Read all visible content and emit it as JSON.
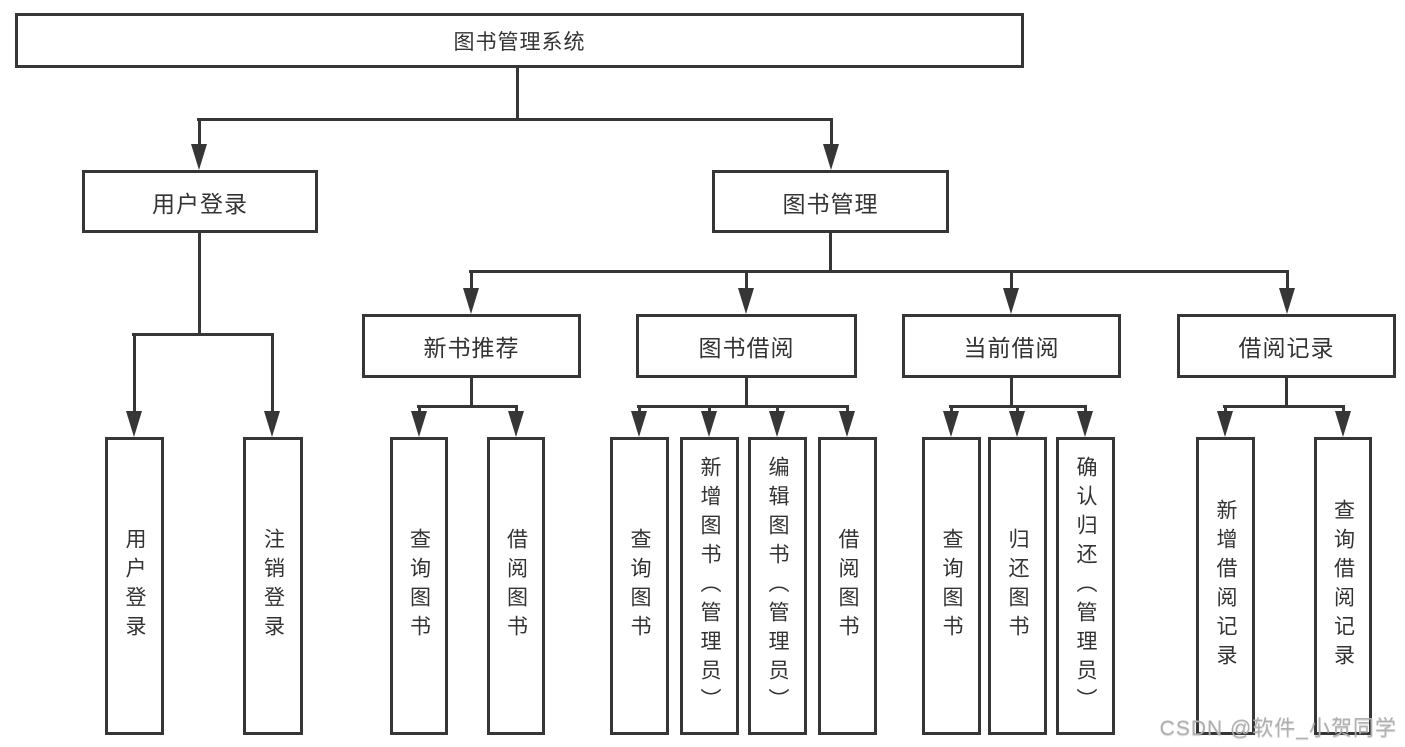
{
  "diagram": {
    "root_label": "图书管理系统",
    "level2": {
      "user_login": "用户登录",
      "book_management": "图书管理"
    },
    "level3": {
      "new_book": "新书推荐",
      "book_borrow": "图书借阅",
      "current_borrow": "当前借阅",
      "borrow_records": "借阅记录"
    },
    "leaves": {
      "user_login": [
        "用户登录",
        "注销登录"
      ],
      "new_book": [
        "查询图书",
        "借阅图书"
      ],
      "book_borrow": [
        "查询图书",
        "新增图书（管理员）",
        "编辑图书（管理员）",
        "借阅图书"
      ],
      "current_borrow": [
        "查询图书",
        "归还图书",
        "确认归还（管理员）"
      ],
      "borrow_records": [
        "新增借阅记录",
        "查询借阅记录"
      ]
    }
  },
  "watermark": {
    "text": "CSDN @软件_小贺同学"
  },
  "colors": {
    "line": "#363636",
    "text": "#333333",
    "background": "#ffffff",
    "watermark": "#b0b0b0"
  }
}
